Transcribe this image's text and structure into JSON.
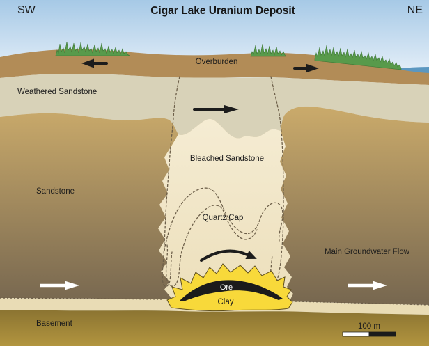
{
  "title": "Cigar Lake Uranium Deposit",
  "orientation": {
    "left": "SW",
    "right": "NE"
  },
  "labels": {
    "overburden": "Overburden",
    "weathered_sandstone": "Weathered Sandstone",
    "sandstone": "Sandstone",
    "bleached_sandstone": "Bleached Sandstone",
    "quartz_cap": "Quartz Cap",
    "main_groundwater_flow": "Main Groundwater Flow",
    "ore": "Ore",
    "clay": "Clay",
    "basement": "Basement"
  },
  "scale_bar": {
    "label": "100 m"
  },
  "colors": {
    "sky_top": "#a6c9e6",
    "sky_bottom": "#edf4fb",
    "water": "#5b97c0",
    "overburden": "#b28c57",
    "trees": "#589a4b",
    "weathered_sandstone": "#d8d2b8",
    "sandstone_top": "#cbab6b",
    "sandstone_bottom": "#786850",
    "bleached_sandstone": "#f3e9cd",
    "basal_band": "#e9dcb5",
    "clay": "#f8d93a",
    "ore": "#1b1b1b",
    "basement_top": "#8a7331",
    "basement_bottom": "#b2953f",
    "dashed_line": "#6d5f49",
    "arrow_black": "#1c1c1c",
    "arrow_white": "#ffffff"
  }
}
